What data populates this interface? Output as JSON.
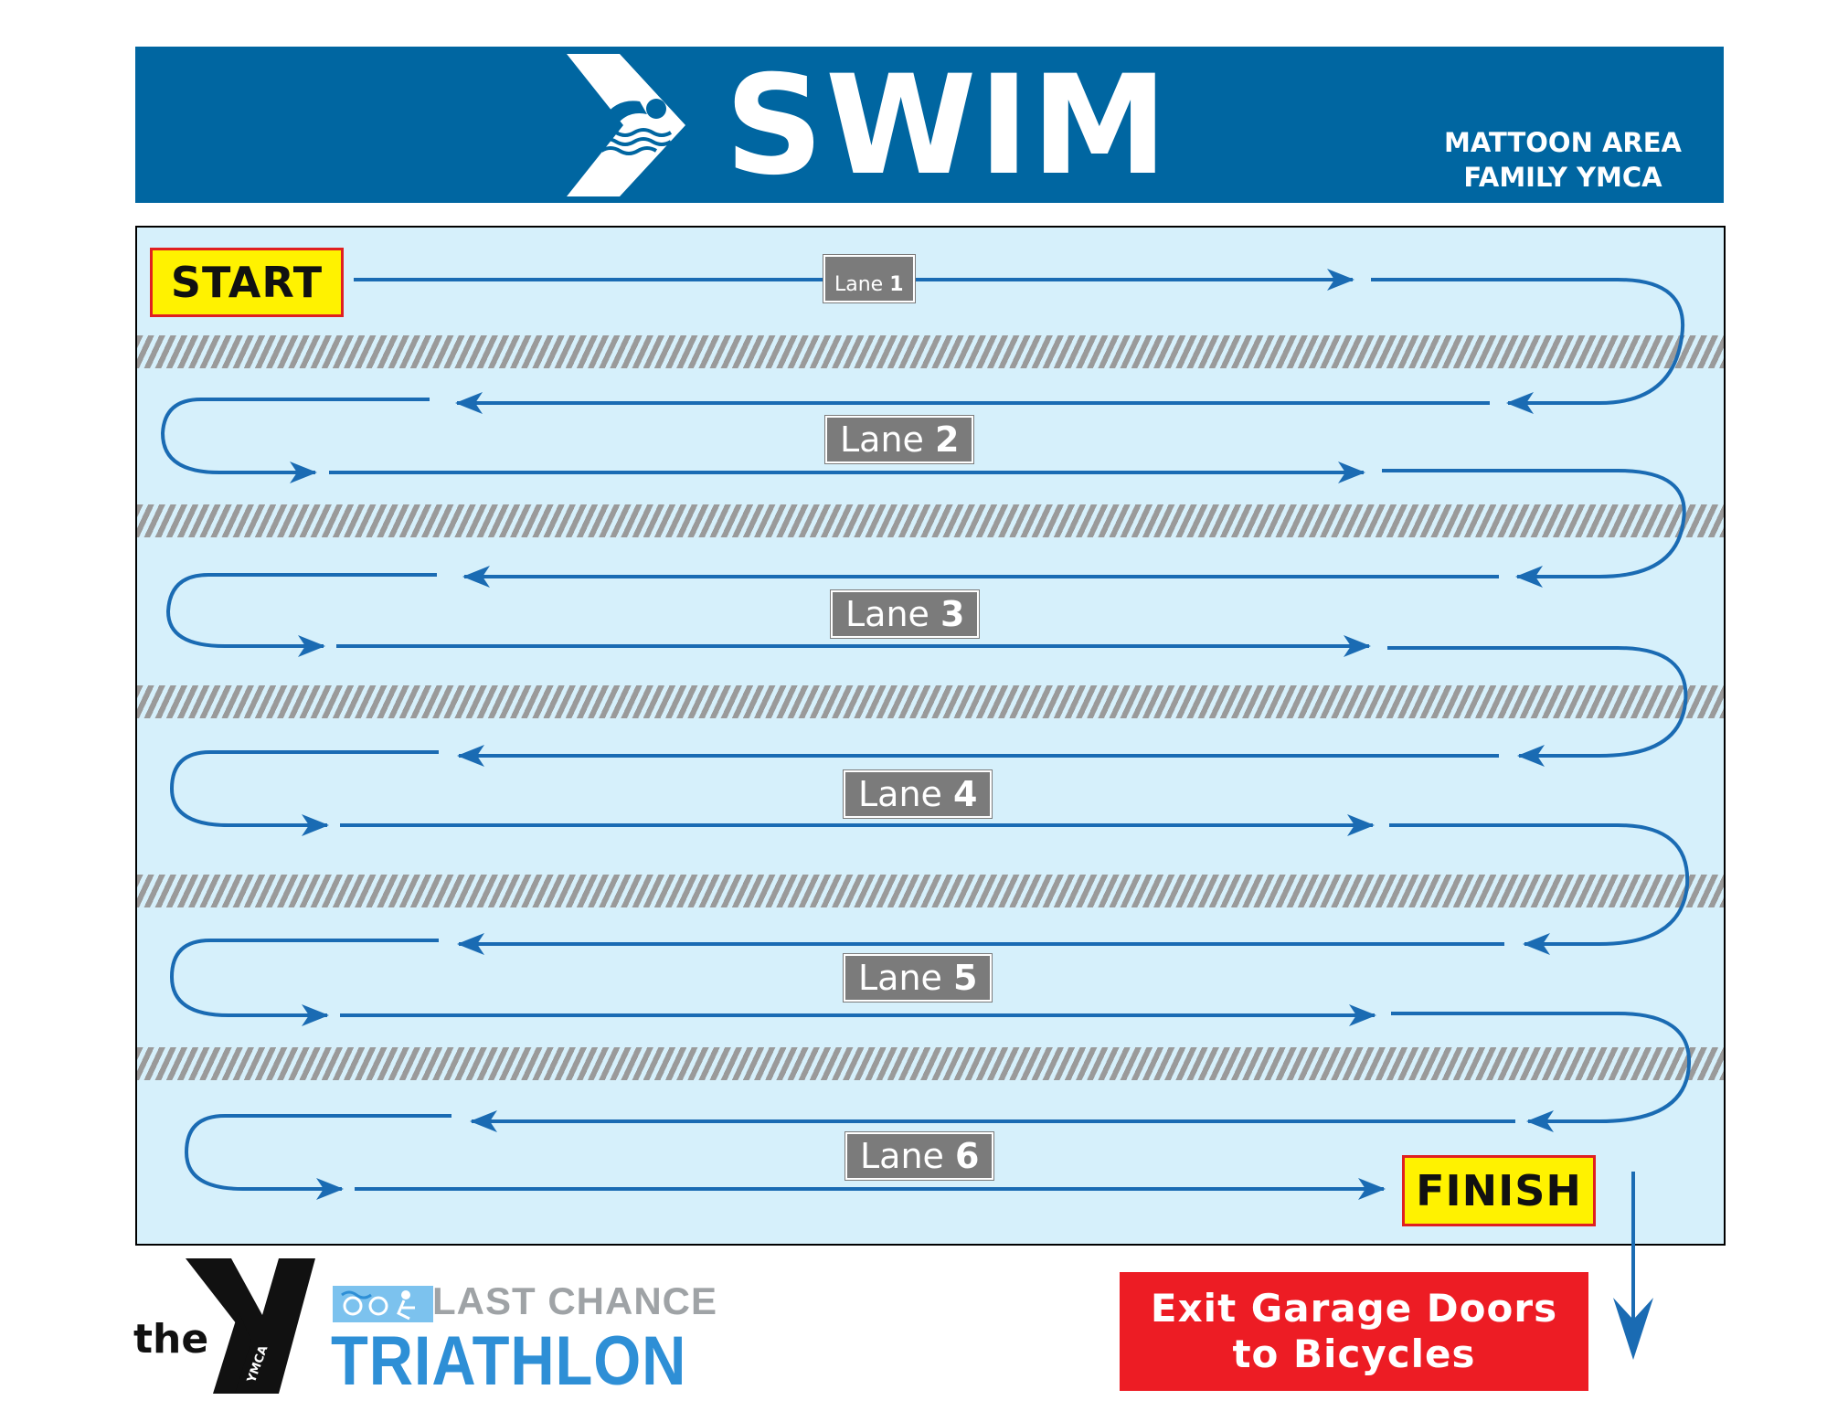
{
  "header": {
    "title": "SWIM",
    "organization_line1": "MATTOON AREA",
    "organization_line2": "FAMILY YMCA",
    "icon": "swimmer-icon"
  },
  "course": {
    "start_label": "START",
    "finish_label": "FINISH",
    "lanes": [
      {
        "prefix": "Lane",
        "number": "1"
      },
      {
        "prefix": "Lane",
        "number": "2"
      },
      {
        "prefix": "Lane",
        "number": "3"
      },
      {
        "prefix": "Lane",
        "number": "4"
      },
      {
        "prefix": "Lane",
        "number": "5"
      },
      {
        "prefix": "Lane",
        "number": "6"
      }
    ]
  },
  "exit": {
    "line1": "Exit Garage Doors",
    "line2": "to Bicycles"
  },
  "footer": {
    "ymca_the": "the",
    "ymca_small": "YMCA",
    "event_line1": "LAST CHANCE",
    "event_line2": "TRIATHLON"
  },
  "colors": {
    "header_blue": "#0066a1",
    "pool_water": "#d6f0fb",
    "arrow_blue": "#1a6bb3",
    "lane_rope": "#9a9a9a",
    "start_finish_yellow": "#fff200",
    "exit_red": "#ed1c24",
    "triathlon_blue": "#2e8fd6"
  }
}
